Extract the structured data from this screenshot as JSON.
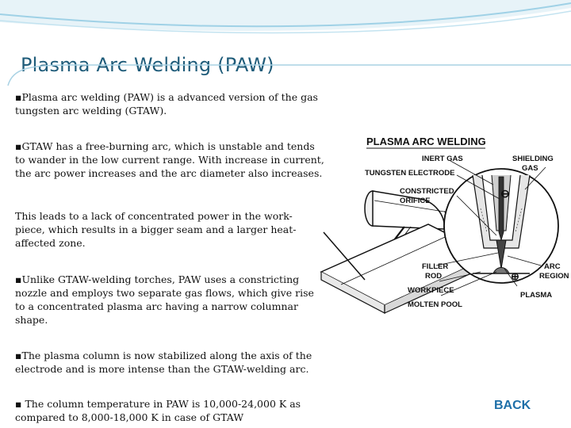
{
  "slide": {
    "title": "Plasma Arc Welding (PAW)",
    "bullet_marker": "▪",
    "paragraphs": [
      "Plasma arc welding (PAW) is a advanced version of the gas tungsten arc welding (GTAW).",
      "GTAW has a free-burning arc, which is unstable and tends to wander in the low current range. With increase in current, the arc power increases and the arc diameter also increases.",
      "This leads to a lack of concentrated power in the work-piece, which results in a bigger seam and a larger heat-affected zone.",
      "Unlike GTAW-welding torches, PAW uses a constricting nozzle and employs two separate gas flows, which give rise to a concentrated plasma arc having a narrow columnar shape.",
      "The plasma column is now stabilized along the axis of the electrode and is more intense than the GTAW-welding arc.",
      "The column temperature  in PAW is 10,000-24,000 K as compared to 8,000-18,000 K in case of GTAW"
    ],
    "back_label": "BACK"
  },
  "figure": {
    "title": "PLASMA ARC WELDING",
    "labels": {
      "inert_gas": "INERT GAS",
      "shielding_gas_1": "SHIELDING",
      "shielding_gas_2": "GAS",
      "tungsten_electrode": "TUNGSTEN ELECTRODE",
      "constricted_1": "CONSTRICTED",
      "constricted_2": "ORIFICE",
      "filler_1": "FILLER",
      "filler_2": "ROD",
      "workpiece": "WORKPIECE",
      "molten_pool": "MOLTEN POOL",
      "arc_region_1": "ARC",
      "arc_region_2": "REGION",
      "plasma": "PLASMA",
      "minus_sign": "⊖",
      "plus_sign": "⊕"
    }
  }
}
